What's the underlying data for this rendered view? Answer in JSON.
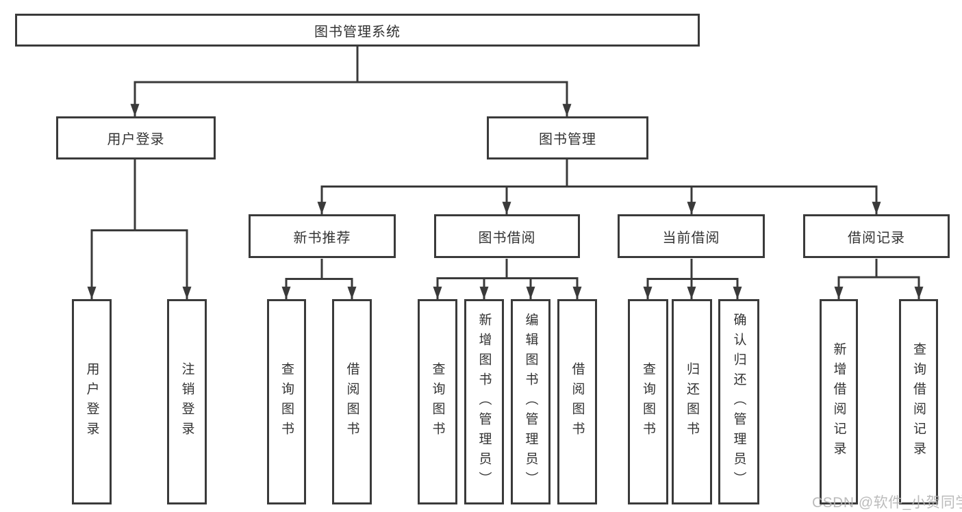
{
  "diagram": {
    "title": "图书管理系统",
    "watermark": "CSDN @软件_小贺同学",
    "colors": {
      "line": "#3a3a3a",
      "box_border": "#3a3a3a",
      "text": "#333333",
      "watermark": "#b4b4b4",
      "background": "#ffffff"
    },
    "nodes": {
      "root": {
        "label": "图书管理系统"
      },
      "user_login": {
        "label": "用户登录"
      },
      "book_mgmt": {
        "label": "图书管理"
      },
      "leaf_user_login": {
        "label": "用户登录"
      },
      "leaf_logout": {
        "label": "注销登录"
      },
      "new_book_rec": {
        "label": "新书推荐"
      },
      "book_borrow": {
        "label": "图书借阅"
      },
      "current_borrow": {
        "label": "当前借阅"
      },
      "borrow_records": {
        "label": "借阅记录"
      },
      "nb_query": {
        "label": "查询图书"
      },
      "nb_borrow": {
        "label": "借阅图书"
      },
      "bb_query": {
        "label": "查询图书"
      },
      "bb_add": {
        "label": "新增图书（管理员）"
      },
      "bb_edit": {
        "label": "编辑图书（管理员）"
      },
      "bb_borrow": {
        "label": "借阅图书"
      },
      "cb_query": {
        "label": "查询图书"
      },
      "cb_return": {
        "label": "归还图书"
      },
      "cb_confirm": {
        "label": "确认归还（管理员）"
      },
      "br_add": {
        "label": "新增借阅记录"
      },
      "br_query": {
        "label": "查询借阅记录"
      }
    }
  }
}
